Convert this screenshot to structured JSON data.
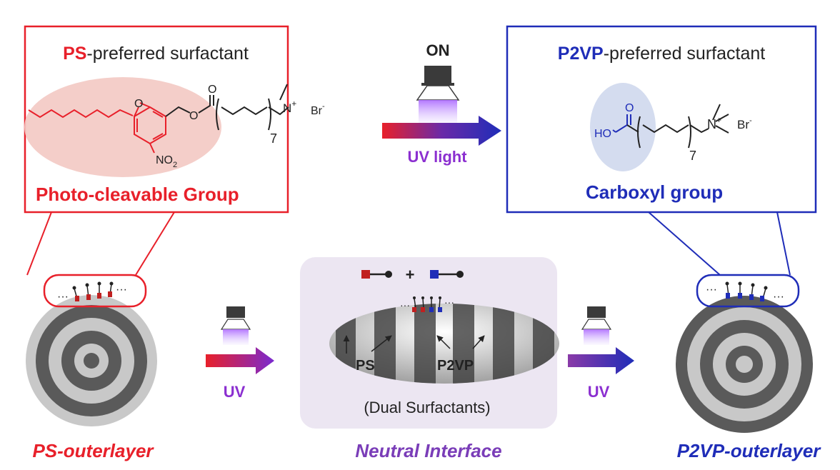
{
  "colors": {
    "ps_red": "#e8202a",
    "p2vp_blue": "#1f2db8",
    "uv_purple": "#8b2fd0",
    "neutral_purple": "#7a3db8",
    "dark_ring": "#5a5a5a",
    "light_ring": "#c8c8c8",
    "neutral_bg": "#ece6f2"
  },
  "top_left": {
    "title_prefix": "PS",
    "title_suffix": "-preferred surfactant",
    "group_label": "Photo-cleavable Group",
    "atom_o_ether": "O",
    "atom_o_ester": "O",
    "atom_o_carbonyl": "O",
    "nitro": "NO",
    "nitro_sub": "2",
    "subscript_7": "7",
    "nitrogen": "N",
    "n_charge": "+",
    "bromide": "Br",
    "br_charge": "-"
  },
  "top_center": {
    "lamp_state": "ON",
    "arrow_label": "UV light"
  },
  "top_right": {
    "title_prefix": "P2VP",
    "title_suffix": "-preferred surfactant",
    "group_label": "Carboxyl group",
    "atom_ho": "HO",
    "atom_o_carbonyl": "O",
    "subscript_7": "7",
    "nitrogen": "N",
    "n_charge": "+",
    "bromide": "Br",
    "br_charge": "-"
  },
  "bottom": {
    "left_arrow_label": "UV",
    "right_arrow_label": "UV",
    "plus": "+",
    "ps_label": "PS",
    "p2vp_label": "P2VP",
    "dual_label": "(Dual Surfactants)",
    "ellipsis": "···",
    "left_caption": "PS-outerlayer",
    "center_caption": "Neutral Interface",
    "right_caption": "P2VP-outerlayer"
  }
}
